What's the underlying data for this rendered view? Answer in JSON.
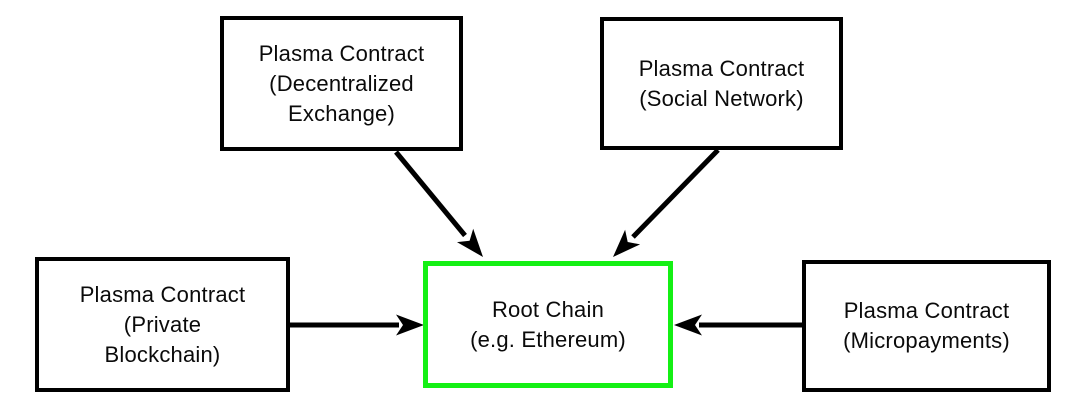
{
  "diagram": {
    "colors": {
      "background": "#ffffff",
      "node_border": "#000000",
      "arrow": "#000000",
      "root_chain_border": "#14f014"
    },
    "nodes": {
      "decentralized_exchange": {
        "label": "Plasma Contract\n(Decentralized\nExchange)"
      },
      "social_network": {
        "label": "Plasma Contract\n(Social Network)"
      },
      "private_blockchain": {
        "label": "Plasma Contract\n(Private\nBlockchain)"
      },
      "micropayments": {
        "label": "Plasma Contract\n(Micropayments)"
      },
      "root_chain": {
        "label": "Root Chain\n(e.g. Ethereum)",
        "highlighted": true
      }
    },
    "edges": [
      {
        "from": "decentralized_exchange",
        "to": "root_chain",
        "direction": "arrow-into-root-chain"
      },
      {
        "from": "social_network",
        "to": "root_chain",
        "direction": "arrow-into-root-chain"
      },
      {
        "from": "private_blockchain",
        "to": "root_chain",
        "direction": "arrow-into-root-chain"
      },
      {
        "from": "micropayments",
        "to": "root_chain",
        "direction": "arrow-into-root-chain"
      }
    ]
  }
}
